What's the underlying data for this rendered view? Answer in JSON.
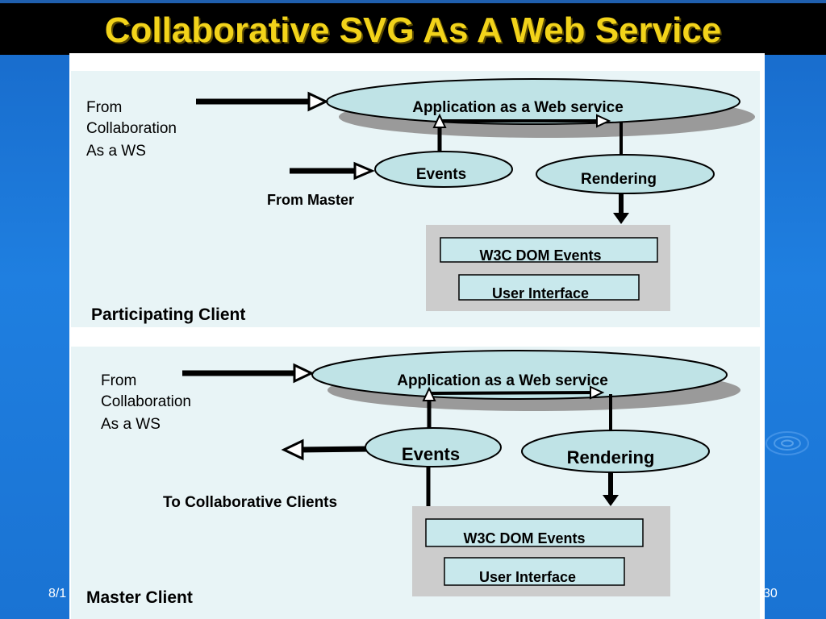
{
  "slide": {
    "title": "Collaborative SVG As A Web Service",
    "footer_left": "8/1",
    "footer_right": "30"
  },
  "participating": {
    "from_label_1": "From",
    "from_label_2": "Collaboration",
    "from_label_3": "As a WS",
    "from_master": "From Master",
    "app_ws": "Application as a Web service",
    "events": "Events",
    "rendering": "Rendering",
    "dom_events": "W3C DOM Events",
    "user_interface": "User Interface",
    "client_label": "Participating Client"
  },
  "master": {
    "from_label_1": "From",
    "from_label_2": "Collaboration",
    "from_label_3": "As a WS",
    "to_clients": "To Collaborative Clients",
    "app_ws": "Application as a Web service",
    "events": "Events",
    "rendering": "Rendering",
    "dom_events": "W3C DOM Events",
    "user_interface": "User Interface",
    "client_label": "Master Client"
  },
  "colors": {
    "title": "#f2d31a",
    "ellipse_fill": "#bfe3e6",
    "box_fill": "#c8e8ec",
    "gray_panel": "#cccccc",
    "shadow": "#999999"
  }
}
